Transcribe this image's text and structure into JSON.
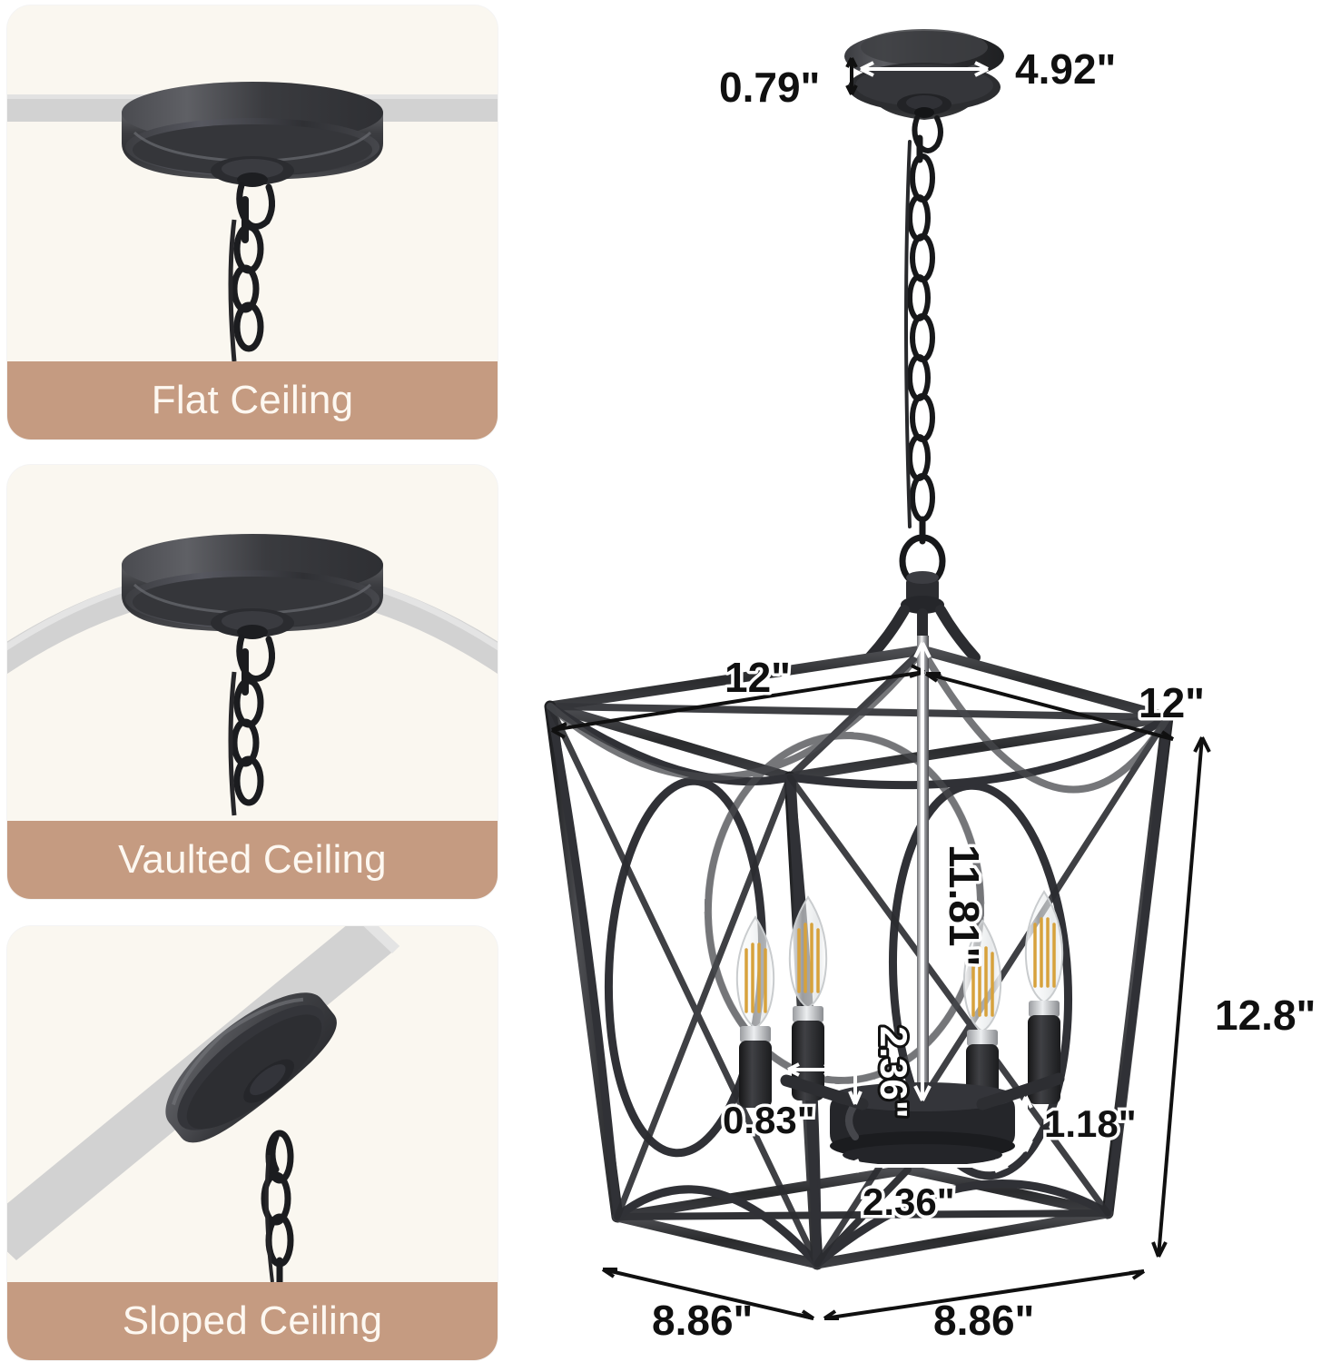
{
  "ceiling_cards": [
    {
      "id": "flat",
      "label": "Flat Ceiling",
      "icon": "flat-ceiling-icon"
    },
    {
      "id": "vaulted",
      "label": "Vaulted Ceiling",
      "icon": "vaulted-ceiling-icon"
    },
    {
      "id": "sloped",
      "label": "Sloped Ceiling",
      "icon": "sloped-ceiling-icon"
    }
  ],
  "product_diagram": {
    "dimensions": {
      "canopy_height": "0.79\"",
      "canopy_diameter": "4.92\"",
      "cage_top_left": "12\"",
      "cage_top_right": "12\"",
      "cage_center_rod": "11.81\"",
      "cage_side_height": "12.8\"",
      "socket_height": "2.36\"",
      "socket_width": "0.83\"",
      "hub_height": "1.18\"",
      "hub_width": "2.36\"",
      "cage_base_left": "8.86\"",
      "cage_base_right": "8.86\""
    },
    "bulb_count": 4
  },
  "colors": {
    "card_background": "#faf7f0",
    "label_band": "#c59b81",
    "label_text": "#fdf8f1",
    "ceiling_band": "#d2d2d2",
    "metal_dark": "#2b2b2d",
    "metal_mid": "#55565a",
    "metal_light": "#7c7d82",
    "filament_gold": "#d7a23c",
    "dimension_text": "#101010",
    "page_background": "#ffffff"
  }
}
